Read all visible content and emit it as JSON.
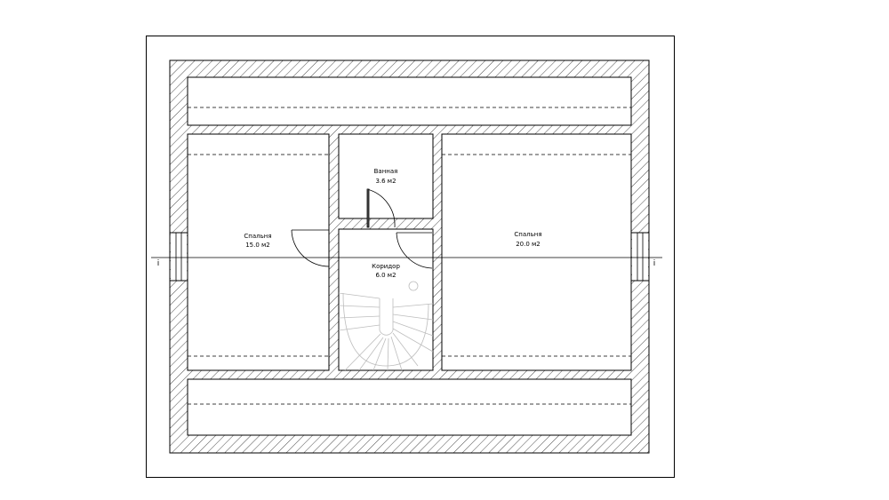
{
  "rooms": {
    "bathroom": {
      "name": "Ванная",
      "area": "3.6 м2"
    },
    "bedroom_left": {
      "name": "Спальня",
      "area": "15.0 м2"
    },
    "bedroom_right": {
      "name": "Спальня",
      "area": "20.0 м2"
    },
    "corridor": {
      "name": "Коридор",
      "area": "6.0 м2"
    }
  },
  "section_markers": {
    "left": "i",
    "right": "i"
  },
  "colors": {
    "line": "#000000",
    "stair": "#bdbdbd",
    "background": "#ffffff"
  }
}
